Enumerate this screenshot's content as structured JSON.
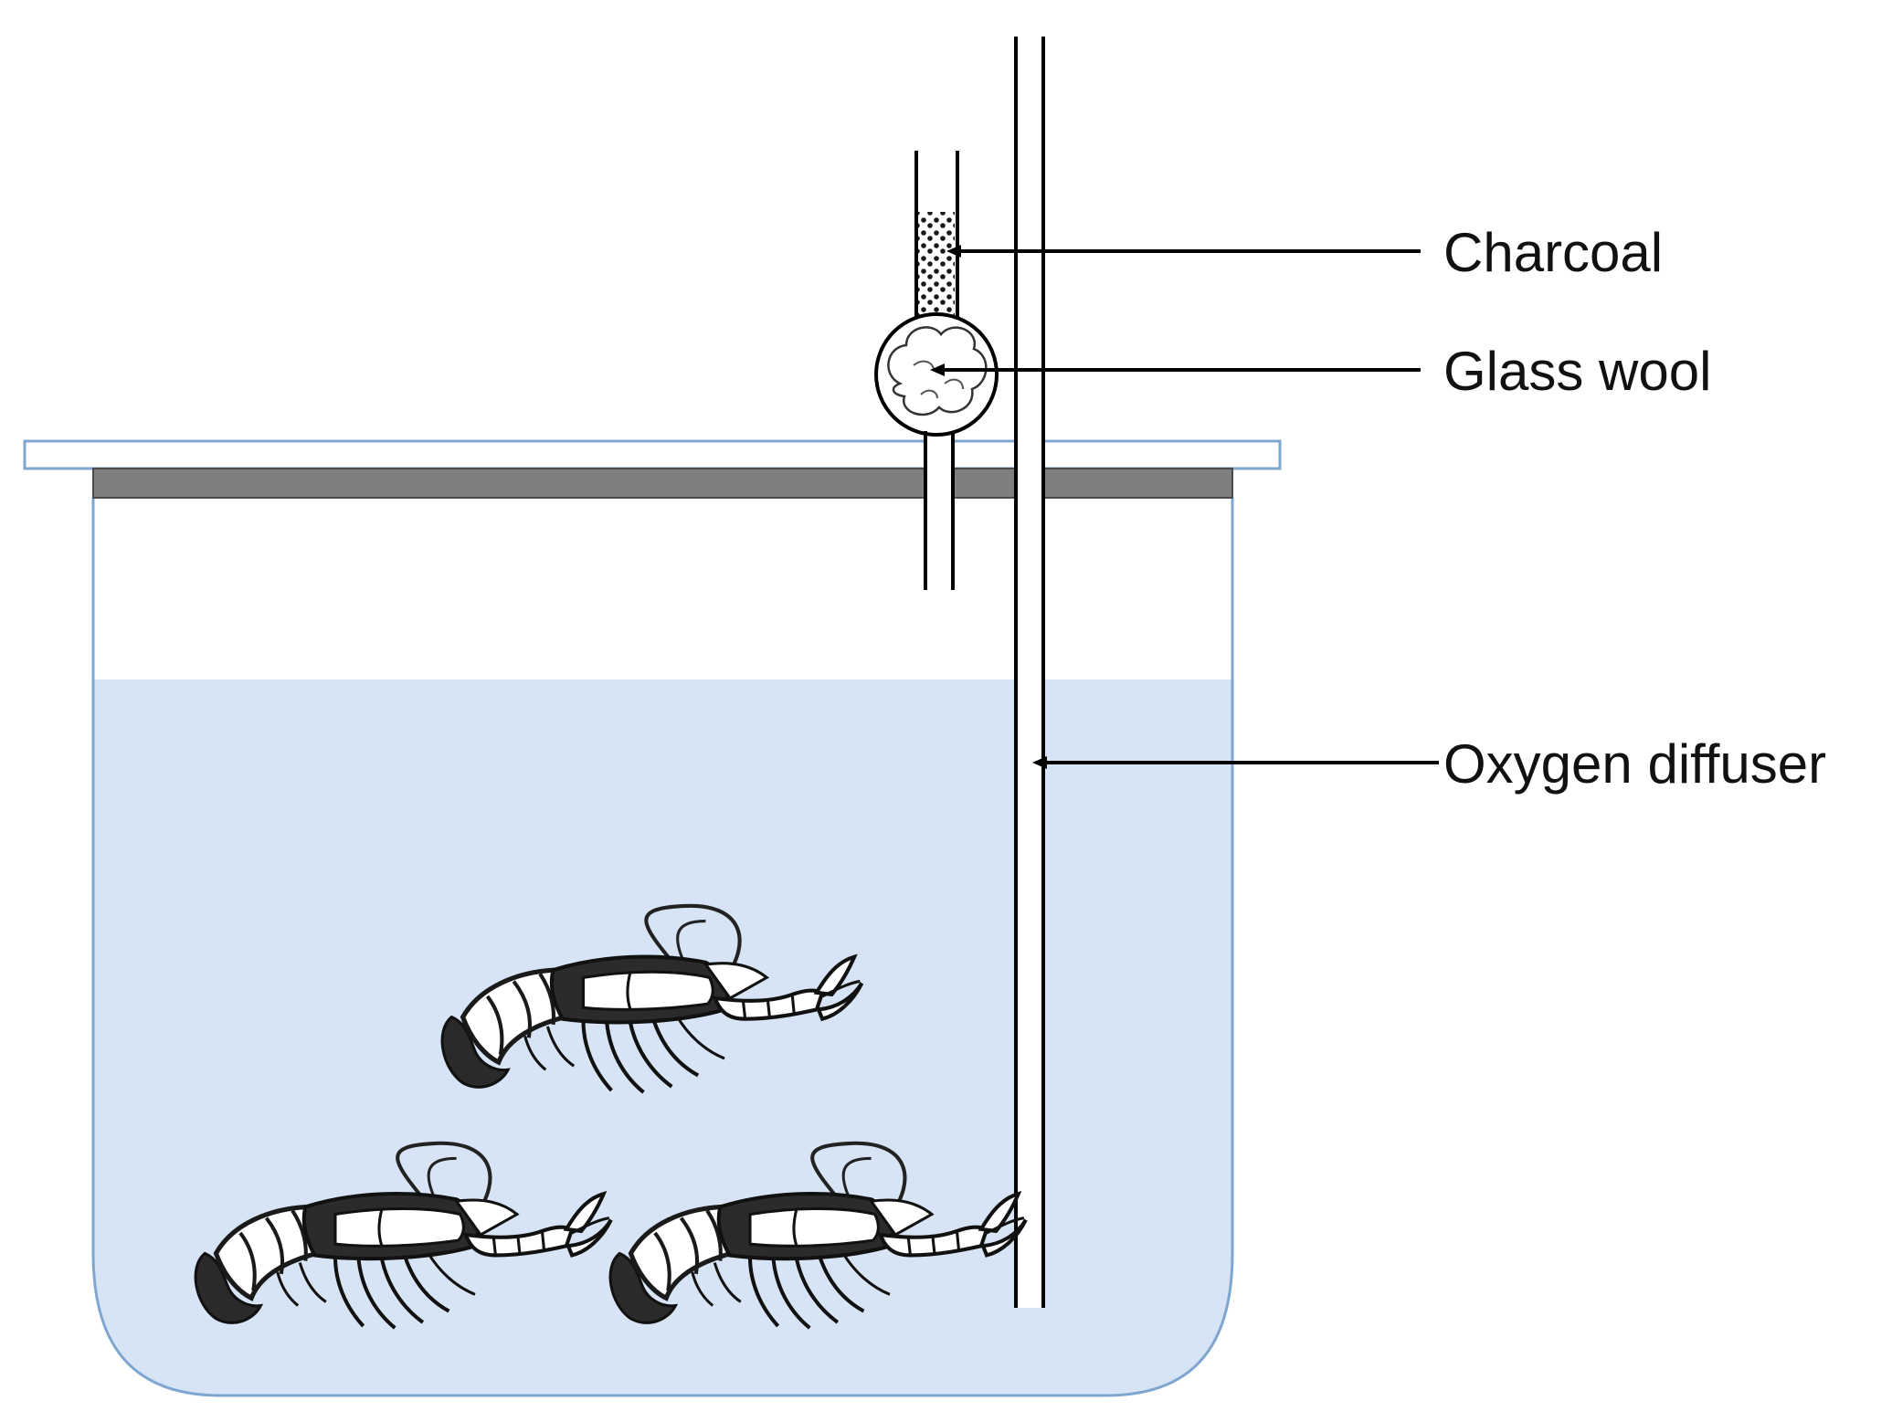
{
  "labels": {
    "charcoal": "Charcoal",
    "glass_wool": "Glass wool",
    "oxygen_diffuser": "Oxygen diffuser"
  },
  "colors": {
    "water": "#d6e4f5",
    "tank_outline": "#7fa6cf",
    "lid_band": "#7f7f7f",
    "line": "#000000"
  },
  "crayfish_count": 3
}
